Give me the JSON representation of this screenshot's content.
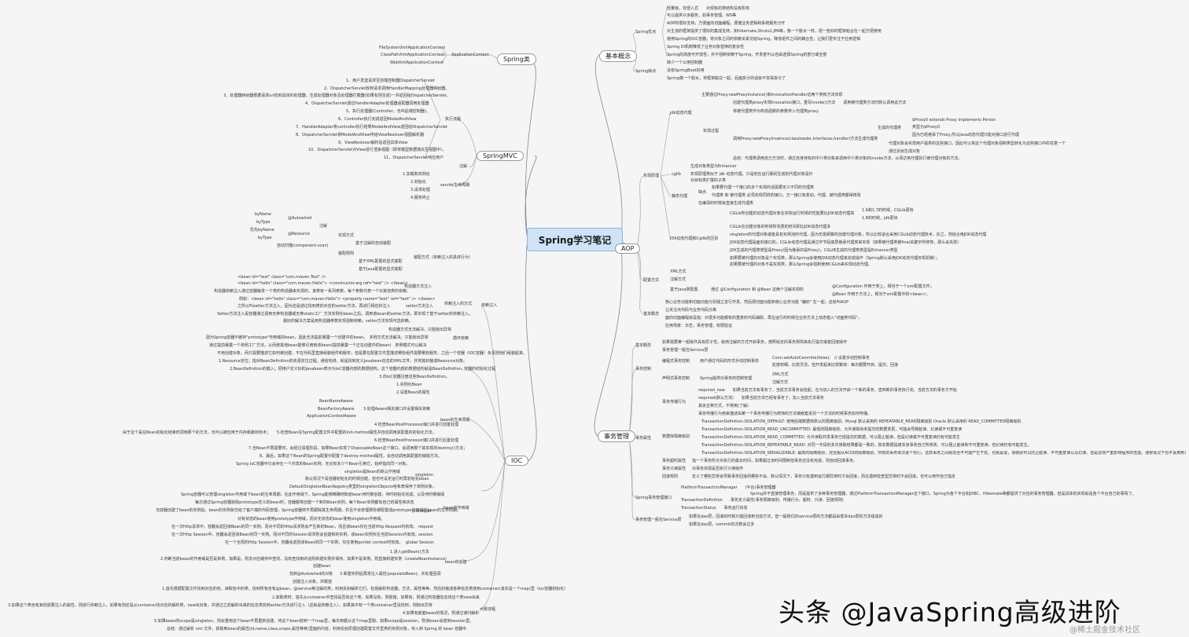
{
  "root": "Spring学习笔记",
  "branches": {
    "basic": "基本概念",
    "aop": "AOP",
    "tx": "事务管理",
    "springmvc": "SpringMVC",
    "springclass": "Spring类",
    "ioc": "IOC"
  },
  "basic": {
    "pros_label": "Spring优点",
    "pros": [
      "轻量级，非侵入式　　对现有的类结构没有影响",
      "可以提供众多服务，如事务管理，WS等",
      "AOP的很好支持，方便面向切面编程，便捷业务逻辑和系统服务分开",
      "对主流的框架提供了很好的集成支持，如hibernate,Struts2,JPA等，像一个胶水一样，把一些好的框架粘合在一起方便使用",
      "使用Spring的IOC容器，将对象之间的依赖关系交给Spring，降低组件之间的耦合性，让我们更专注于应用逻辑",
      "Spring DI机制降低了业务对象替换的复杂性",
      "Spring的高度可开放性，并不强制依赖于Spring，开发者可以自由选择Spring的部分或全部"
    ],
    "cons_label": "Spring缺点",
    "cons": [
      "缺少一个公用控制器",
      "没有SpringBoot好用",
      "Spring像一个胶水，将框架黏在一起，后面拆分的话就不容易拆分了"
    ]
  },
  "aop": {
    "impl_label": "实现原理",
    "jdk_label": "jdk动态代理",
    "jdk_main": "主要通过Proxy.newProxyInstance()和InvocationHandler这两个类和方法实现",
    "jdk_steps_label": "实现过程",
    "jdk_steps": [
      "创建代理类proxy实现Invocation接口，重写invoke()方法　　调用被代理类方法时默认调用此方法",
      "将被代理类作为构造函数的参数传入代理类proxy",
      "调用Proxy.newProxyInsatnce(classloader,Interfaces,handler)方法生成代理类",
      "总结：代理类调用自己方法时，通过自身持有的中介类对象来调用中介类对象的invoke方法，从而达到代理执行被代理对象的方法。"
    ],
    "jdk_generated_label": "生成的代理类",
    "jdk_generated": [
      "$Proxy0 extends Proxy implements Person",
      "类型为$Proxy0",
      "因为已经继承了Proxy,所以Java动态代理只能对接口进行代理"
    ],
    "jdk_note1": "代理对象会实现用户提供的这些接口，因此可以将这个代理对象强制类型转化为这些接口中的任意一个",
    "jdk_note2": "通过反射生成对象",
    "cglib_label": "cglib",
    "cglib": [
      "生成对象类型为Enhancer",
      "实现原理类似于 jdk 动态代理，只是他在运行期间生成的代理对象是针",
      "对目标类扩展的子类"
    ],
    "static_label": "静态代理",
    "static_cons_label": "缺点",
    "static_cons": [
      "如果要代理一个接口的多个实现的话需要定义不同的代理类",
      "代理类 和 被代理类 必须实现同样的接口，万一接口有变动，代理、被代理类都得修改"
    ],
    "static_note": "在编译的时候就直接生成代理类",
    "diff_label": "JDK动态代理和Cglib的区别",
    "diff": [
      "CGLib所创建的动态代理对象在实际运行时候的性能要比JDK动态代理高",
      "CGLib在创建对象的时候所花费的时间却比JDK动态代理多",
      "singleton的代理对象或者具有实例池的代理，因为无需频繁的创建代理对象，所以比较适合采用CGLib动态代理技术，反之，则适合用JDK动态代理",
      "JDK动态代理是面向接口的，CGLib动态代理是通过字节码底层继承代理类来实现（如果被代理类被final关键字所修饰，那么会失败）",
      "JDK生成的代理类类型是Proxy(因为继承的是Proxy)，CGLIB生成的代理类类型是Enhancer类型",
      "如果要被代理的对象是个实现类，那么Spring会使用JDK动态代理来完成操作（Spirng默认采用JDK动态代理实现机制）；",
      "如果要被代理的对象不是实现类，那么Spring会强制使用CGLib来实现动态代理。"
    ],
    "diff_versions": [
      "1.6和1.7的时候，CGLib更快",
      "1.8的时候，jdk更快"
    ],
    "config_label": "配置方式",
    "config": [
      "XML方式",
      "注解方式"
    ],
    "java_config_label": "基于Java类配置",
    "java_config": "通过 @Configuration 和 @Bean 这两个注解实现的",
    "java_config_sub": [
      "@Configuration 作用于类上，相当于一个xml配置文件；",
      "@Bean 作用于方法上，相当于xml配置中的<bean>；"
    ],
    "concept_label": "基本概念",
    "concept": [
      "核心业务功能和切面功能分别独立进行开发，然后把切面功能和核心业务功能 \"编织\" 在一起，这就叫AOP",
      "让关注点代码与业务代码分离",
      "面向切面编程就是指：对很多功能都有的重复的代码抽取，再在运行的时候往业务方法上动态植入\"切面类代码\"。",
      "应用场景：日志，事务管理，权限验证"
    ]
  },
  "tx": {
    "concept_label": "基本概念",
    "concept": "如果需要某一组操作具有原子性，就用注解的方式开启事务，按照给定的事务规则来执行提交或者回滚操作",
    "concept2": "事务管理一般在Service层",
    "control_label": "事务控制",
    "programmatic_label": "编程式事务控制",
    "programmatic": "用户通过代码的形式手动控制事务",
    "programmatic_sub": [
      "Conn.setAutoCommite(false);　// 设置手动控制事务",
      "粒度较细，比较灵活，但开发起来比较繁琐：每次都要开启、提交、回滚"
    ],
    "declarative_label": "声明式事务控制",
    "declarative": "Spring提供对事务的控制管理",
    "declarative_sub": [
      "XML方式",
      "注解方式"
    ],
    "attr_label": "事务属性",
    "propagation_label": "事务传播行为",
    "propagation": [
      "required_new　　如果当前方法有事务了，当前方法事务会挂起，在为加入的方法开启一个新的事务，直到新的事务执行完、当前方法的事务才开始",
      "required(默认方法)　　如果当前方法已经有事务了，加入当前方法事务",
      "其余五种方式，不常用(了解)",
      "事务传播行为用来描述由某一个事务传播行为修饰的方法被嵌套进另一个方法的时候事务如何传播。"
    ],
    "isolation_label": "数据库隔离级别",
    "isolation": [
      "TransactionDefinition.ISOLATION_DEFAULT: 使用后端数据库默认的隔离级别，Mysql 默认采用的 REPEATABLE_READ隔离级别 Oracle 默认采用的 READ_COMMITTED隔离级别.",
      "TransactionDefinition.ISOLATION_READ_UNCOMMITTED: 最低的隔离级别，允许读取尚未提交的数据变更，可能会导致脏读、幻读或不可重复读",
      "TransactionDefinition.ISOLATION_READ_COMMITTED: 允许读取并发事务已经提交的数据，可以阻止脏读，但是幻读或不可重复读仍有可能发生",
      "TransactionDefinition.ISOLATION_REPEATABLE_READ: 对同一字段的多次读取结果都是一致的，除非数据是被本身事务自己所修改，可以阻止脏读和不可重复读，但幻读仍有可能发生。",
      "TransactionDefinition.ISOLATION_SERIALIZABLE: 最高的隔离级别，完全服从ACID的隔离级别。所有的事务依次逐个执行，这样事务之间就完全不可能产生干扰，也就是说，该级别可以防止脏读、不可重复读以及幻读。但是这将严重影响程序的性能。通常情况下也不会用到该级别。"
    ],
    "timeout_label": "事务超时属性",
    "timeout": "指一个事务所允许执行的最长时间，如果超过该时间限制但事务还没有完成，则自动回滚事务。",
    "readonly_label": "事务只读属性",
    "readonly": "对事务资源是否执行只读操作",
    "rollback_label": "回滚规则",
    "rollback": "定义了哪些异常会导致事务回滚而哪些不会。默认情况下，事务只有遇到运行期异常时才会回滚，而在遇到检查型异常时不会回滚，也可以用作自己指定",
    "interfaces_label": "Spring事务管理接口",
    "interfaces": [
      "PlatformTransactionManager　　(平台)事务管理器",
      "TransactionDefinition　　事务定义属性(事务隔离级别、传播行为、超时、只读、回滚规则)",
      "TransactionStatus　　事务运行状态"
    ],
    "ptm_note": "Spring并不直接管理事务，而是提供了多种事务管理器，通过PlatformTransactionManager这个接口，Spring为各个平台如JDBC、Hibernate等都提供了对应的事务管理器，但是具体的实现就是各个平台自己的事情了。",
    "service_label": "事务管理一般在Service层",
    "service": [
      "如果在dao层，回滚的时候只能回滚到当前方法，但一般我们的service层的方法都是由很多dao层的方法组成的",
      "如果在dao层，commit的次数会过多"
    ]
  },
  "springclass": {
    "label": "ApplicationContext",
    "items": [
      "FileSystemXmlApplicationContext",
      "ClassPathXmlApplicationContext",
      "WebXmlApplicationContext"
    ]
  },
  "springmvc": {
    "flow_label": "执行流程",
    "flow": [
      "1、用户发送请求至前端控制器DispatcherServlet",
      "2、DispatcherServlet收到请求调用HandlerMapping处理器映射器。",
      "3、处理器映射器根据请求url找到具体的处理器，生成处理器对象及处理器拦截器(如果有则生成)一并返回给DispatcherServlet。",
      "4、DispatcherServlet通过HandlerAdapter处理器适配器调用处理器",
      "5、执行处理器(Controller，也叫后端控制器)。",
      "6、Controller执行完成返回ModelAndView",
      "7、HandlerAdapter将controller执行结果ModelAndView返回给DispatcherServlet",
      "8、DispatcherServlet将ModelAndView传给ViewReslover视图解析器",
      "9、ViewReslover解析后返回具体View",
      "10、DispatcherServlet对View进行渲染视图（即将模型数据填充至视图中）。",
      "11、DispatcherServlet响应用户"
    ],
    "annotation_label": "注解",
    "lifecycle_label": "servlet生命周期",
    "lifecycle": [
      "1.加载和实例化",
      "2.初始化",
      "3.请求处理",
      "4.服务终止"
    ]
  },
  "ioc": {
    "di_label": "依赖注入",
    "di_ways_label": "依赖注入的方式",
    "annotation_label": "注解",
    "autowired_label": "@Autowired",
    "autowired": [
      "byName",
      "byType"
    ],
    "resource_label": "@Resource",
    "resource": [
      "优先byName",
      "byType"
    ],
    "impl_label": "实现方式",
    "auto_scan": "自动扫描(component-scan)",
    "based_annotation": "基于注解的自动装配",
    "assembly_rule": "装配规则",
    "assembly_label": "装配方式（依赖注入的具体行为）",
    "xml_config": "基于XML配置的显式装配",
    "java_config": "基于Java配置的显式装配",
    "ctor_label": "构造器方法注入",
    "ctor": [
      "<bean id=\"text\" class=\"com.maven.Text\" />",
      "<bean id=\"hello\" class=\"com.maven.Hello\"> <constructor-arg ref=\"text\" /> </bean>",
      "构造器依赖注入通过容器触发一个类的构造器来实现的，该类有一系列参数，每个参数代表一个对其他类的依赖。"
    ],
    "setter_label": "setter方法注入",
    "setter": [
      "例如：<bean id=\"hello\" class=\"com.maven.Hello\"> <property name=\"text\" ref=\"text\" /> </bean>",
      "之所以叫setter方法注入，因为这是通过找到类的对应的setter方法，再进行相应的注入",
      "Setter方法注入是容器通过调用无参构造器或无参static工厂 方法实例化bean之后，调用该bean的setter方法，即实现了基于setter的依赖注入。",
      "最好的解决方案是用构造器参数实现强制依赖，setter方法实现可选依赖。"
    ],
    "circular_label": "循环依赖",
    "circular": [
      "构造器方式无法解决，只能抛出异常",
      "因为Spring容器不缓存\"prototype\"作用域的bean，因此无法提前暴露一个创建中的bean。　多例方式无法解决，只能抛出异常",
      "通过提前暴露一个单例工厂方法，从而使其他bean能够引用到该bean(提前暴露一个正在创建中的bean)　单例模式可以解决",
      "不用创建对象，而只需要描述它如何被创建，不在代码里直接组装组件和服务，但是要在配置文件里描述哪些组件需要哪些服务，之后一个容器（IOC容器）负责把他们组装起来。"
    ],
    "init_label": "容器的初始化过程",
    "init": [
      "1.Resource定位；指对BeanDefinition的资源定位过程。通俗地讲，就是找到定义Javabean信息的XML文件，并将其封装成Resource对象。",
      "2.BeanDefinition的载入；把用户定义好的Javabean表示为IoC容器内部的数据结构，这个容器内部的数据结构就是BeanDefinition。",
      "3.向IoC容器注册这些BeanDefinition。"
    ],
    "lifecycle_label": "bean的生命周期",
    "lifecycle": [
      "1.实例化Bean",
      "2.设置Bean的属性",
      "3.处理Aware相关接口并设置相关依赖",
      "4.检查BeanPostProcessor接口并进行前置处理",
      "5.检查Bean在Spring配置文件中配置的init-method属性并自动调用其配置的初始化方法。",
      "6.检查BeanPostProcessor接口并进行后置处理",
      "7.当Bean不再需要时，会经过清理阶段，如果Bean实现了DisposableBean这个接口，会调用那个其实现的destroy()方法；",
      "8、最后，如果这个Bean的Spring配置中配置了destroy-method属性，会自动调用其配置的销毁方法。"
    ],
    "aware": [
      "BeanNameAware",
      "BeanFactoryAware",
      "ApplicationContextAware"
    ],
    "lifecycle_side": "由于这个是在Bean初始化结束时调用那个的方法，也可以被应用于内存或缓存技术；",
    "scope_label": "bean的作用域",
    "singleton_label": "singleton",
    "singleton": [
      "singleton是Bean的默认作用域",
      "默认情况下是容器初始化的时候创建，但也可设定运行时再初始化bean",
      "DefaultSingletonBeanRegistry类里的singletonObjects哈希表保存了单例对象。",
      "Spring IoC容器中只会存在一个共享的Bean实例，无论有多少个Bean引用它，始终指向同一对象。"
    ],
    "prototype_label": "prototype",
    "prototype": [
      "Spring容器可以管理singleton作用域下bean的生命周期，在此作用域下，Spring能够精确地知道bean何时被创建，何时初始化完成，以及何时被销毁",
      "每次通过Spring容器获取prototype定义的bean时，容器都将创建一个新的Bean实例，每个Bean实例都有自己的属性和状态",
      "当容器创建了bean的实例后，bean的实例就交给了客户端的代码管理，Spring容器将不再跟踪其生命周期，并且不会管理那些被配置成prototype作用域的bean的生命周期。",
      "对有状态的bean使用prototype作用域，而对无状态的bean使用singleton作用域。"
    ],
    "request_label": "request",
    "request": "在一次Http请求中，容器会返回该Bean的同一实例。而对不同的Http请求则会产生新的Bean，而且该bean仅在当前Http Request内有效。",
    "session_label": "session",
    "session": "在一次Http Session中，容器会返回该Bean的同一实例。而对不同的Session请求则会创建新的实例，该bean实例仅在当前Session内有效。",
    "global_label": "global Session",
    "global": "在一个全局的Http Session中，容器会返回该Bean的同一个实例，仅在使用portlet context时有效。",
    "create_label": "bean的创建",
    "create": [
      "1.进入getBean()方法",
      "2.判断当前bean的作用域是否是单例，如果是，则去对应缓存中查找，没有查找到的话则新建实例并保存。如果不是单例，则直接新建实例（createBeanInstance）",
      "3.新建实例后再将注入属性(populateBean)，并处理回调"
    ],
    "create_sub": [
      "创建bean",
      "找到@Autowired的对象",
      "创建注入对象，并赋值"
    ],
    "flow_label": "大致流程",
    "flow": [
      "1.首先根据配置文件找到对应的包，读取包中的类，找到所有含有@bean，@service等注解的类，利用反射解析它们，包括解析构造器，方法，属性等等，然后封装成各种信息类放到container(其实是一个map)里（ioc容器初始化）",
      "2.获取类时，首先从container中查找是否有这个类，如果没有，则报错，如果有，则通过构造器信息将这个类new出来",
      "3.如果这个类含有其他需要注入的属性，则进行依赖注入，如果有则还是从container找对应的解析类，new出对象，并通过之前解析出来的信息类找到setter方法进行注入（这就是依赖注入）。如果其中有一个类container里没找到，则抛出异常",
      "4.如果有嵌套bean的情况，则通过递归解析",
      "5.如果bean的scope是singleton，则会重用这个bean不再重新创建，将这个bean放到一个map里，每次用都从这个map里取。如果scope是session，则该bean会放到session里。",
      "总结：通过解析 xml 文件，获取到bean的属性(id,name,class,scope,属性等等)里面的内容，利用反射原理创建配置文件里类的实例对象，存入到 Spring 的 bean 容器中"
    ]
  },
  "watermark": "头条 @JavaSpring高级进阶",
  "watermark_sub": "@稀土掘金技术社区"
}
